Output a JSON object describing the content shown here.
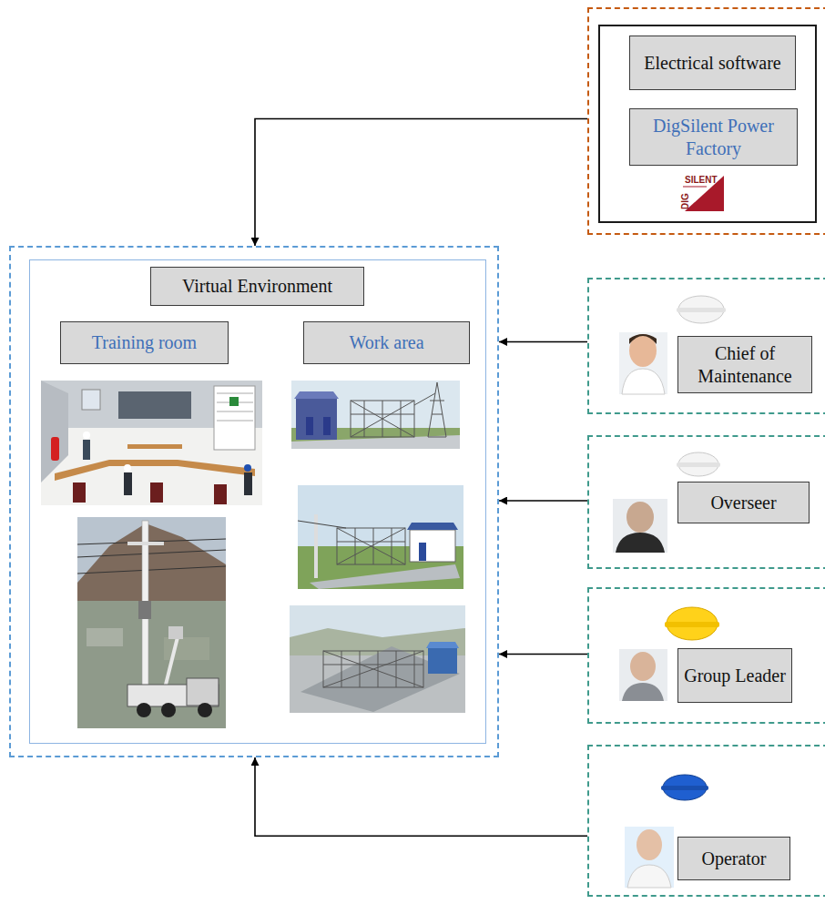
{
  "diagram": {
    "nodes": [
      {
        "text": []
      },
      {
        "text": [],
        "in": 0
      },
      {
        "text": [
          "Electrical software"
        ],
        "in": 1
      },
      {
        "text": [
          "DigSilent Power Factory"
        ],
        "in": 1
      },
      {
        "text": []
      },
      {
        "text": [],
        "in": 4
      },
      {
        "text": [
          "Virtual Environment"
        ],
        "in": 5
      },
      {
        "text": [
          "Training room"
        ],
        "in": 5
      },
      {
        "text": [
          "Work area"
        ],
        "in": 5
      },
      {
        "text": []
      },
      {
        "text": [
          "Chief of Maintenance"
        ],
        "in": 9
      },
      {
        "text": []
      },
      {
        "text": [
          "Overseer"
        ],
        "in": 11
      },
      {
        "text": []
      },
      {
        "text": [
          "Group Leader"
        ],
        "in": 13
      },
      {
        "text": []
      },
      {
        "text": [
          "Operator"
        ],
        "in": 15
      }
    ],
    "edges": [
      {
        "from": 0,
        "to": 4,
        "arrow": "to"
      },
      {
        "from": 9,
        "to": 4,
        "arrow": "to"
      },
      {
        "from": 11,
        "to": 4,
        "arrow": "to"
      },
      {
        "from": 13,
        "to": 4,
        "arrow": "to"
      },
      {
        "from": 15,
        "to": 4,
        "arrow": "to"
      }
    ],
    "labels": [
      "SILENT",
      "DIG"
    ]
  }
}
